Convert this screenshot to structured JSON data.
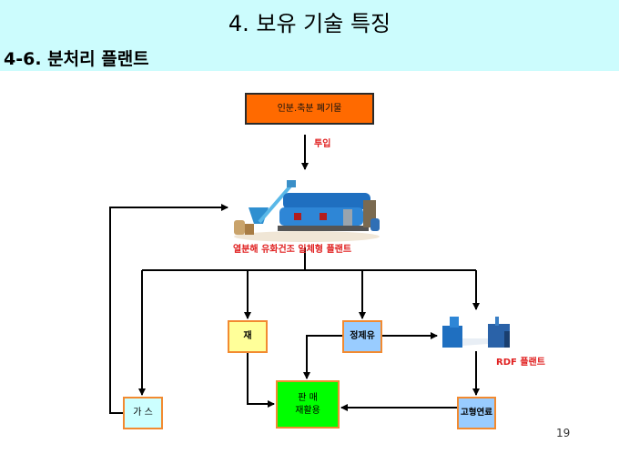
{
  "header": {
    "title": "4. 보유 기술 특징",
    "subtitle": "4-6. 분처리 플랜트"
  },
  "diagram": {
    "source_box": "인분.축분 폐기물",
    "input_label": "투입",
    "main_plant_label": "열분해 유화건조 일체형 플랜트",
    "ash_box": "재",
    "refined_oil_box": "정제유",
    "rdf_plant_label": "RDF 플랜트",
    "gas_box": "가 스",
    "sale_box_line1": "판 매",
    "sale_box_line2": "재활용",
    "solid_fuel_box": "고형연료"
  },
  "colors": {
    "header_bg": "#ccfcfd",
    "source_fill": "#ff6a00",
    "ash_fill": "#ffff99",
    "oil_fill": "#99ccff",
    "gas_fill": "#ccffff",
    "sale_fill": "#00ff00",
    "box_border": "#f28a30",
    "label_red": "#e02020"
  },
  "footer": {
    "page_number": "19"
  }
}
